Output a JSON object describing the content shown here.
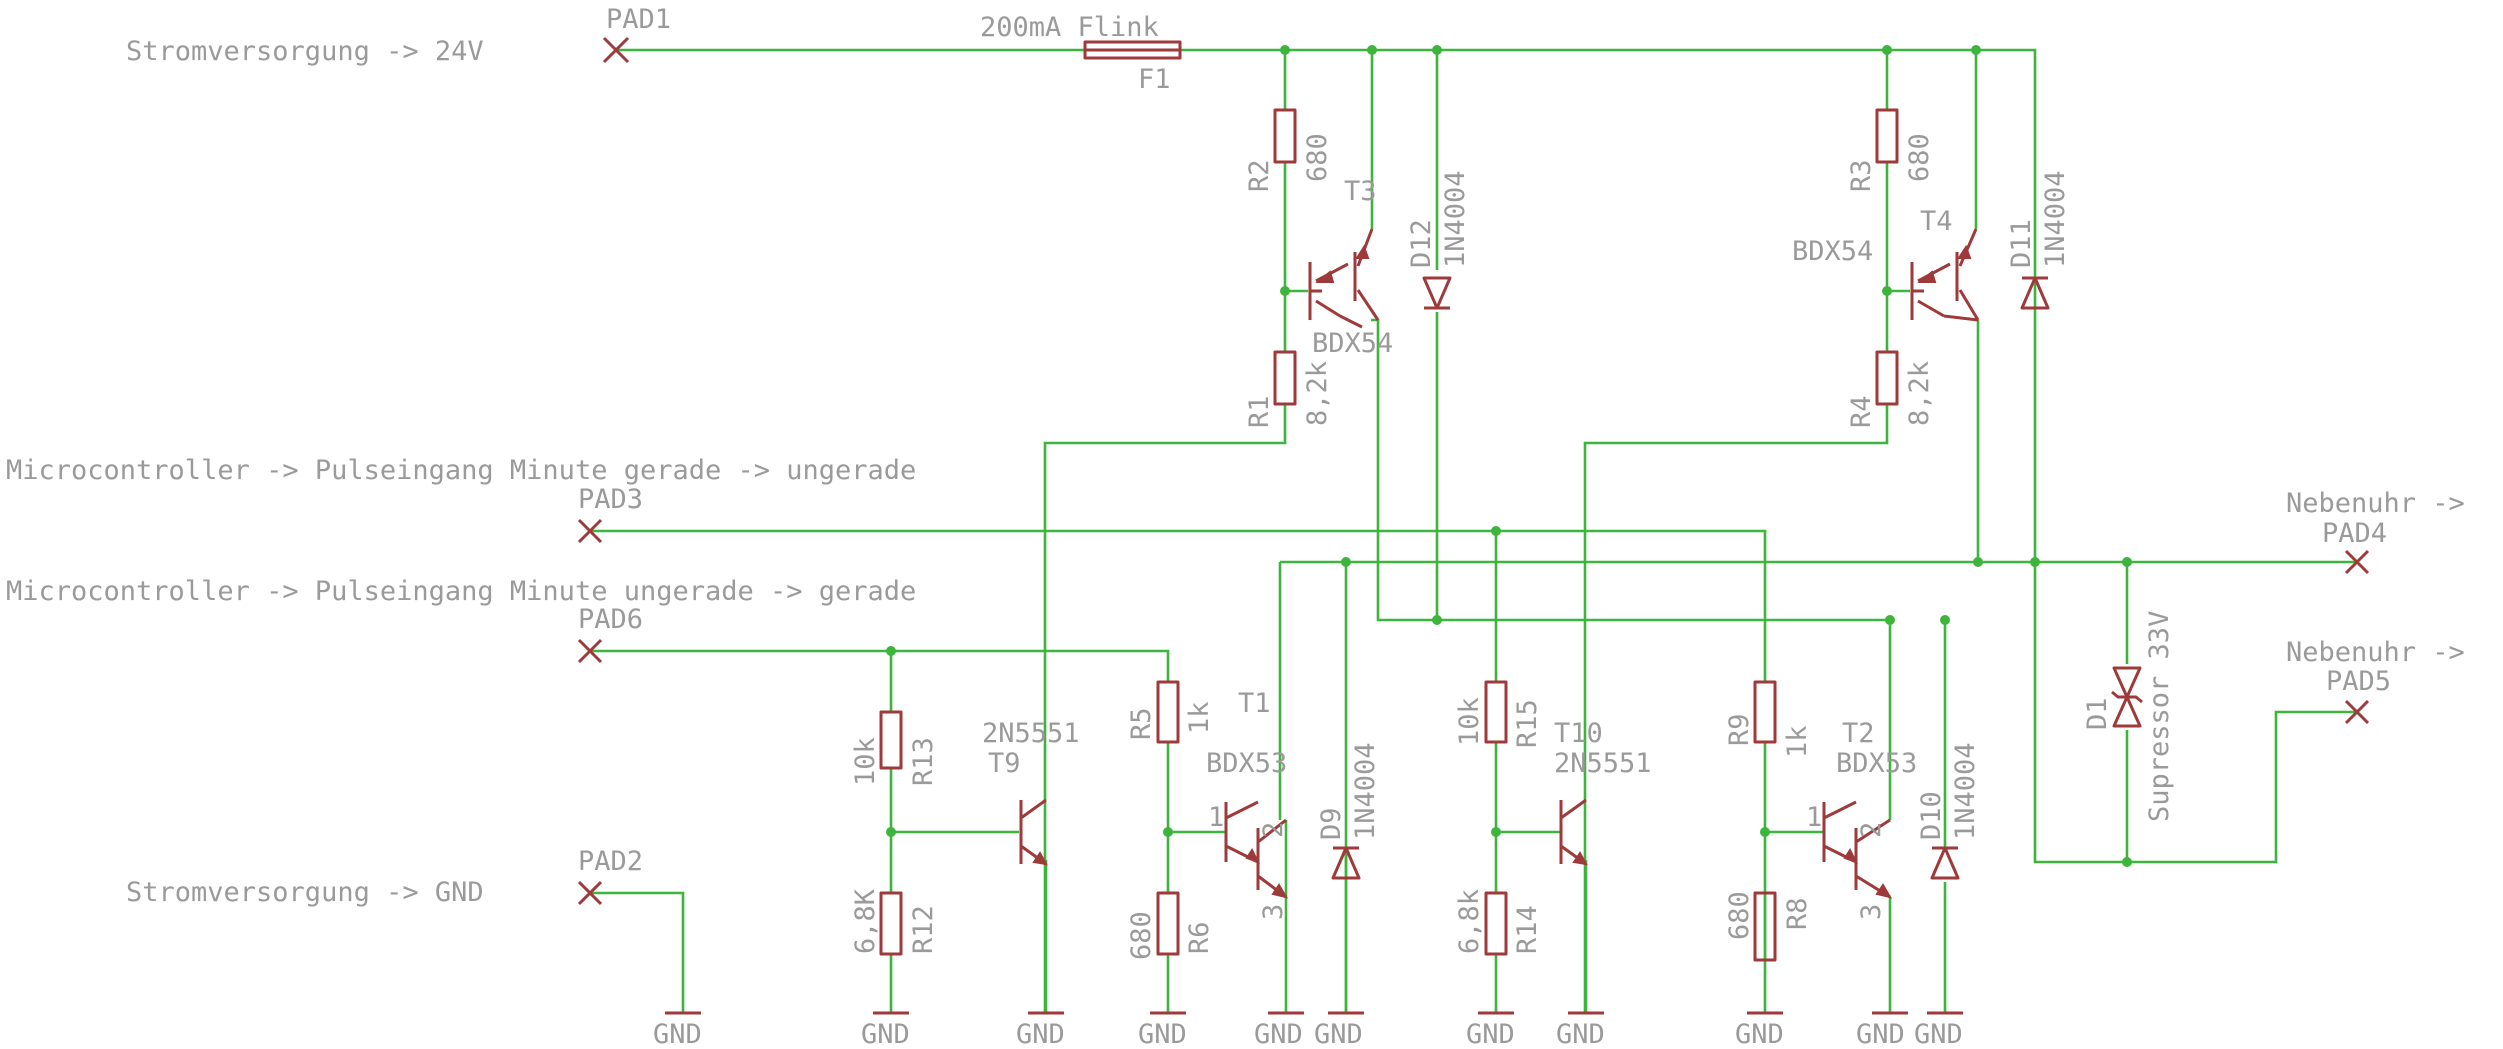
{
  "signals": {
    "power_24v": "Stromversorgung  -> 24V",
    "power_gnd": "Stromversorgung -> GND",
    "uc_even": "Microcontroller -> Pulseingang Minute gerade -> ungerade",
    "uc_odd": "Microcontroller -> Pulseingang Minute ungerade -> gerade",
    "clock_a": "Nebenuhr ->",
    "clock_b": "Nebenuhr ->"
  },
  "pads": {
    "pad1": "PAD1",
    "pad2": "PAD2",
    "pad3": "PAD3",
    "pad4": "PAD4",
    "pad5": "PAD5",
    "pad6": "PAD6"
  },
  "fuse": {
    "name": "F1",
    "value": "200mA Flink"
  },
  "resistors": {
    "r1": {
      "name": "R1",
      "value": "8,2k"
    },
    "r2": {
      "name": "R2",
      "value": "680"
    },
    "r3": {
      "name": "R3",
      "value": "680"
    },
    "r4": {
      "name": "R4",
      "value": "8,2k"
    },
    "r5": {
      "name": "R5",
      "value": "1k"
    },
    "r6": {
      "name": "R6",
      "value": "680"
    },
    "r8": {
      "name": "R8",
      "value": "680"
    },
    "r9": {
      "name": "R9",
      "value": "1k"
    },
    "r12": {
      "name": "R12",
      "value": "6,8K"
    },
    "r13": {
      "name": "R13",
      "value": "10k"
    },
    "r14": {
      "name": "R14",
      "value": "6,8k"
    },
    "r15": {
      "name": "R15",
      "value": "10k"
    }
  },
  "transistors": {
    "t1": {
      "name": "T1",
      "value": "BDX53"
    },
    "t2": {
      "name": "T2",
      "value": "BDX53"
    },
    "t3": {
      "name": "T3",
      "value": "BDX54"
    },
    "t4": {
      "name": "T4",
      "value": "BDX54"
    },
    "t9": {
      "name": "T9",
      "value": "2N5551"
    },
    "t10": {
      "name": "T10",
      "value": "2N5551"
    }
  },
  "diodes": {
    "d1": {
      "name": "D1",
      "value": "Supressor 33V"
    },
    "d9": {
      "name": "D9",
      "value": "1N4004"
    },
    "d10": {
      "name": "D10",
      "value": "1N4004"
    },
    "d11": {
      "name": "D11",
      "value": "1N4004"
    },
    "d12": {
      "name": "D12",
      "value": "1N4004"
    }
  },
  "pin_labels": {
    "one": "1",
    "two": "2",
    "three": "3"
  },
  "ground_label": "GND",
  "colors": {
    "wire": "#3db53d",
    "component": "#9e3a3a",
    "text": "#9a9a9a",
    "background": "#ffffff"
  }
}
